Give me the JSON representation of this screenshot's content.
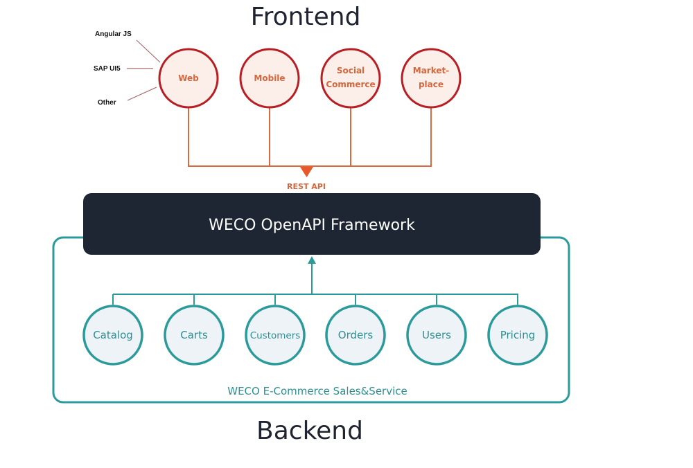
{
  "titles": {
    "frontend": "Frontend",
    "backend": "Backend"
  },
  "frontend": {
    "web_technologies": [
      "Angular JS",
      "SAP UI5",
      "Other"
    ],
    "channels": [
      {
        "lines": [
          "Web"
        ]
      },
      {
        "lines": [
          "Mobile"
        ]
      },
      {
        "lines": [
          "Social",
          "Commerce"
        ]
      },
      {
        "lines": [
          "Market-",
          "place"
        ]
      }
    ],
    "connector_label": "REST API"
  },
  "framework": {
    "label": "WECO OpenAPI Framework"
  },
  "backend": {
    "group_label": "WECO E-Commerce Sales&Service",
    "services": [
      "Catalog",
      "Carts",
      "Customers",
      "Orders",
      "Users",
      "Pricing"
    ]
  },
  "colors": {
    "frontend_stroke": "#b81f24",
    "frontend_fill": "#fcefe9",
    "frontend_text": "#d4673e",
    "frontend_connector": "#d9693f",
    "framework_fill": "#1e2633",
    "backend_stroke": "#2b9a9a",
    "backend_fill": "#eef3f8",
    "backend_text": "#2e8f93",
    "title_text": "#1f2430"
  }
}
